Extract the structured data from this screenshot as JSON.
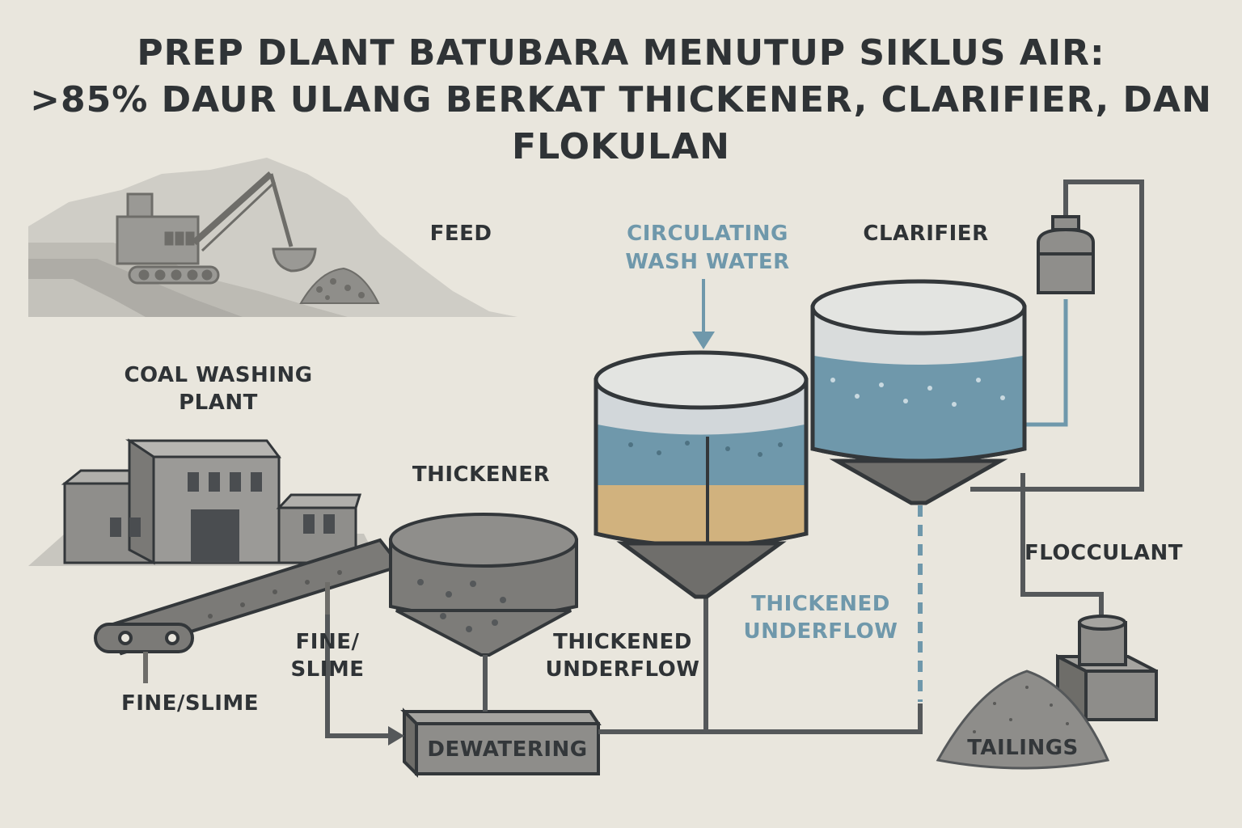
{
  "title": {
    "line1": "PREP DLANT BATUBARA MENUTUP SIKLUS AIR:",
    "line2": ">85% DAUR ULANG BERKAT THICKENER, CLARIFIER, DAN",
    "line3": "FLOKULAN"
  },
  "labels": {
    "feed": "FEED",
    "coal_washing_line1": "COAL WASHING",
    "coal_washing_line2": "PLANT",
    "thickener": "THICKENER",
    "circulating_line1": "CIRCULATING",
    "circulating_line2": "WASH WATER",
    "clarifier": "CLARIFIER",
    "fine_slime_conveyor_line1": "FINE/",
    "fine_slime_conveyor_line2": "SLIME",
    "fine_slime_bottom": "FINE/SLIME",
    "thickened_underflow_dark_line1": "THICKENED",
    "thickened_underflow_dark_line2": "UNDERFLOW",
    "thickened_underflow_blue_line1": "THICKENED",
    "thickened_underflow_blue_line2": "UNDERFLOW",
    "flocculant": "FLOCCULANT",
    "dewatering": "DEWATERING",
    "tailings": "TAILINGS"
  },
  "colors": {
    "background": "#e9e6dd",
    "outline": "#33373a",
    "water_blue": "#6f98ab",
    "sediment": "#d1b27e",
    "steel_gray": "#8b8b89"
  }
}
